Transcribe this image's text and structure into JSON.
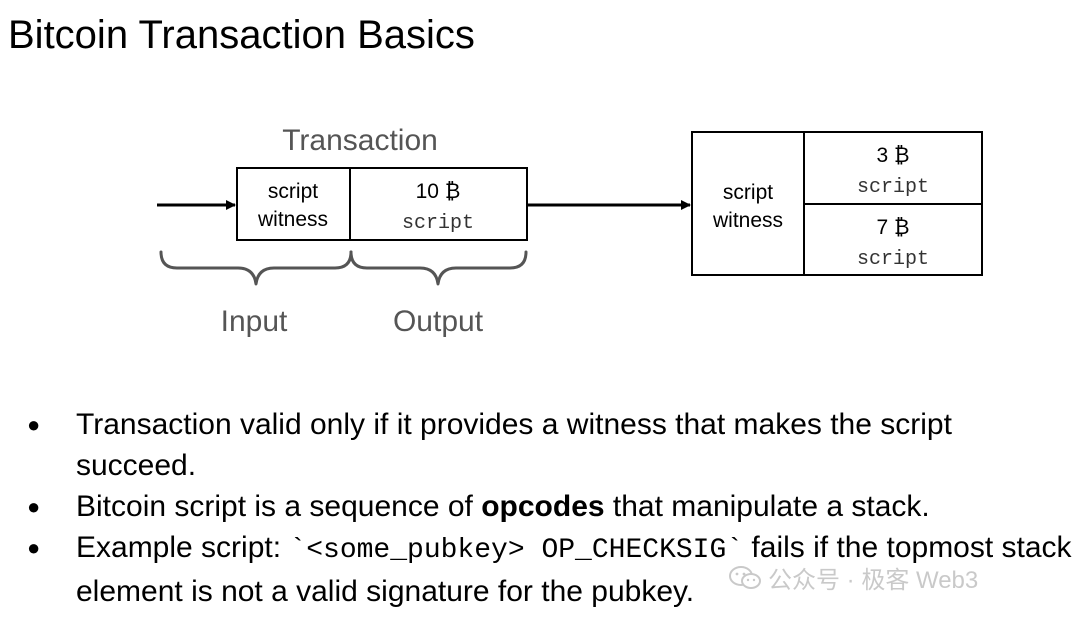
{
  "slide": {
    "title": "Bitcoin Transaction Basics"
  },
  "diagram": {
    "transaction_label": "Transaction",
    "input_cell": {
      "line1": "script",
      "line2": "witness"
    },
    "output_cell": {
      "amount": "10 ₿",
      "script": "script"
    },
    "brace_labels": {
      "input": "Input",
      "output": "Output"
    },
    "next_tx": {
      "input_cell": {
        "line1": "script",
        "line2": "witness"
      },
      "outputs": [
        {
          "amount": "3 ₿",
          "script": "script"
        },
        {
          "amount": "7 ₿",
          "script": "script"
        }
      ]
    },
    "colors": {
      "stroke": "#000000",
      "brace": "#555555",
      "label_gray": "#555555"
    }
  },
  "bullets": {
    "b1": "Transaction valid only if it provides a witness that makes the script succeed.",
    "b2_pre": "Bitcoin script is a sequence of ",
    "b2_bold": "opcodes",
    "b2_post": " that manipulate a stack.",
    "b3_pre": "Example script: ",
    "b3_code": "`<some_pubkey> OP_CHECKSIG`",
    "b3_post": " fails if the topmost stack element is not a valid signature for the pubkey."
  },
  "watermark": {
    "text": "公众号 · 极客 Web3",
    "icon": "wechat-icon"
  }
}
